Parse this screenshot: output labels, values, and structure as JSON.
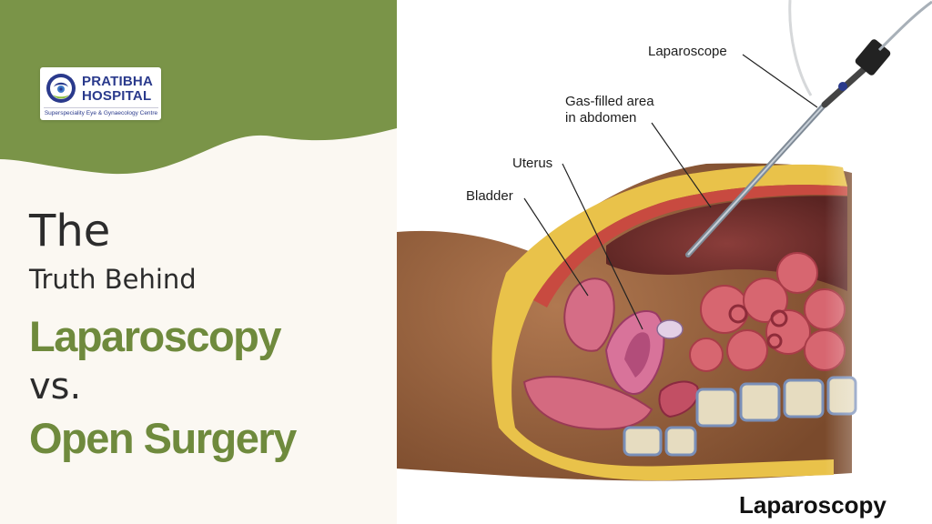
{
  "logo": {
    "name_line1": "PRATIBHA",
    "name_line2": "HOSPITAL",
    "tagline": "Superspeciality Eye & Gynaecology Centre"
  },
  "headline": {
    "line1": "The",
    "line2": "Truth Behind",
    "line3": "Laparoscopy",
    "line4": "vs.",
    "line5": "Open Surgery"
  },
  "illustration": {
    "labels": {
      "laparoscope": "Laparoscope",
      "gas_line1": "Gas-filled area",
      "gas_line2": "in abdomen",
      "uterus": "Uterus",
      "bladder": "Bladder"
    },
    "caption": "Laparoscopy"
  },
  "colors": {
    "brand_green": "#7a9448",
    "headline_green": "#6f8a3d",
    "background": "#fbf8f2",
    "logo_blue": "#2a3a8c"
  }
}
